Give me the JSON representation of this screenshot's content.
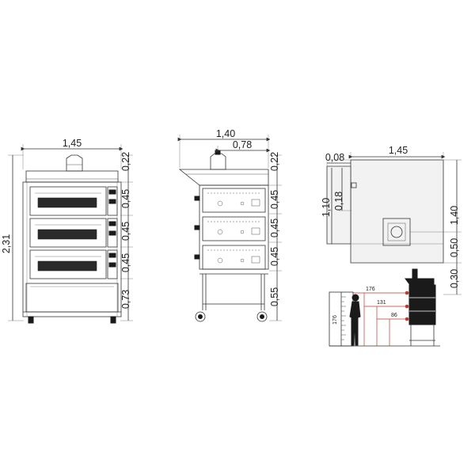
{
  "front_view": {
    "width": "1,45",
    "total_height": "2,31",
    "heights": [
      "0,22",
      "0,45",
      "0,45",
      "0,45",
      "0,73"
    ]
  },
  "side_view": {
    "depth": "1,40",
    "flue_offset": "0,78",
    "heights": [
      "0,22",
      "0,45",
      "0,45",
      "0,45",
      "0,55"
    ]
  },
  "top_view": {
    "width": "1,45",
    "wall_gap": "0,08",
    "left_depth": "1,10",
    "flue_from_back": "0,18",
    "right_depth": "1,40",
    "flue_y": "0,50",
    "front_offset": "0,30"
  },
  "ergonomic_view": {
    "scale_label": "176",
    "deck_heights": [
      "176",
      "131",
      "86"
    ]
  },
  "colors": {
    "line": "#333333",
    "accent": "#c0392b"
  }
}
